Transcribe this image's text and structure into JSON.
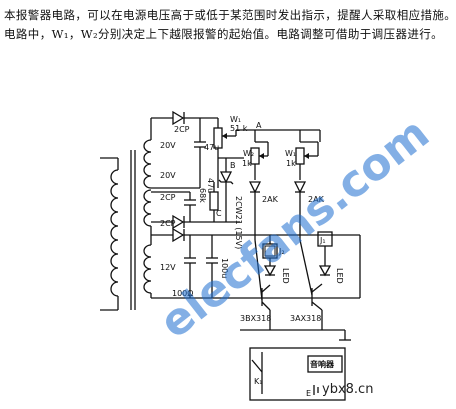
{
  "description_lines": [
    "本报警器电路，可以在电源电压高于或低于某范围时发出指示，提醒人采取相应措施。",
    "电路中，W₁，W₂分别决定上下越限报警的起始值。电路调整可借助于调压器进行。"
  ],
  "labels": {
    "d_top": "2CP",
    "w1": "W₁",
    "r51k": "51 k",
    "node_a": "A",
    "v20_a": "20V",
    "c47": "47u",
    "node_b": "B",
    "w2": "W₂",
    "r1k_a": "1k",
    "w3": "W₁",
    "r1k_b": "1k",
    "c47b": "47u",
    "zener": "2CW21 (15V)",
    "v20_b": "20V",
    "d_mid": "2CP",
    "r68k": "68k",
    "node_c": "C",
    "d_2ak_a": "2AK",
    "d_2ak_b": "2AK",
    "d_low": "2CP",
    "v12": "12V",
    "c100": "100u",
    "r100": "100Ω",
    "j2": "J₂",
    "j1": "J₁",
    "led_a": "LED",
    "led_b": "LED",
    "t1": "3BX318",
    "t2": "3AX318",
    "k1": "K₁",
    "e": "E",
    "buzzer": "音响器"
  },
  "watermark": {
    "text": "elecfans.com",
    "color": "#1e6fd0"
  },
  "site_mark": "ybx8.cn"
}
